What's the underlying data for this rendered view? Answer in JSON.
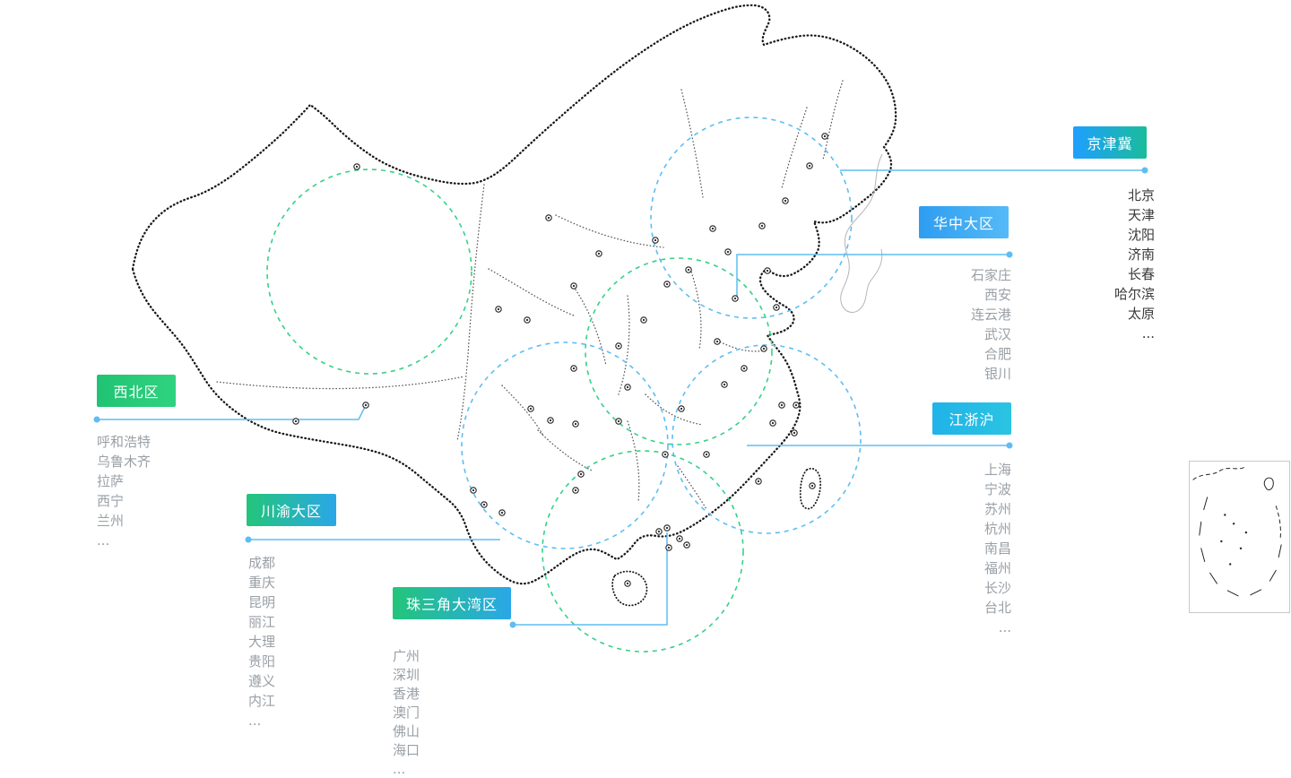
{
  "page": {
    "description": "China network coverage map with six regional clusters"
  },
  "colors": {
    "leader_line_blue": "#5ebdf2",
    "circle_blue": "#5ebdf2",
    "circle_green": "#35d188",
    "city_text_gray": "#9aa0a6",
    "city_text_dark": "#3a3a3a",
    "map_stroke": "#181818"
  },
  "regions": [
    {
      "id": "jingjinji",
      "label": "京津冀",
      "label_colors": [
        "#1e9fff",
        "#1abc9c"
      ],
      "circle_color": "#5ebdf2",
      "cities": [
        "北京",
        "天津",
        "沈阳",
        "济南",
        "长春",
        "哈尔滨",
        "太原",
        "..."
      ]
    },
    {
      "id": "huazhong",
      "label": "华中大区",
      "label_colors": [
        "#2e9df1",
        "#55baf6"
      ],
      "circle_color": "#35d188",
      "cities": [
        "石家庄",
        "西安",
        "连云港",
        "武汉",
        "合肥",
        "银川"
      ]
    },
    {
      "id": "xibei",
      "label": "西北区",
      "label_colors": [
        "#1fc373",
        "#2fd37f"
      ],
      "circle_color": "#35d188",
      "cities": [
        "呼和浩特",
        "乌鲁木齐",
        "拉萨",
        "西宁",
        "兰州",
        "..."
      ]
    },
    {
      "id": "jiangzhehu",
      "label": "江浙沪",
      "label_colors": [
        "#20b3e8",
        "#2bc4e2"
      ],
      "circle_color": "#5ebdf2",
      "cities": [
        "上海",
        "宁波",
        "苏州",
        "杭州",
        "南昌",
        "福州",
        "长沙",
        "台北",
        "..."
      ]
    },
    {
      "id": "chuanyu",
      "label": "川渝大区",
      "label_colors": [
        "#23c57a",
        "#2aa7e8"
      ],
      "circle_color": "#5ebdf2",
      "cities": [
        "成都",
        "重庆",
        "昆明",
        "丽江",
        "大理",
        "贵阳",
        "遵义",
        "内江",
        "..."
      ]
    },
    {
      "id": "zhusanjiao",
      "label": "珠三角大湾区",
      "label_colors": [
        "#23c57a",
        "#2aa7e8"
      ],
      "circle_color": "#35d188",
      "cities": [
        "广州",
        "深圳",
        "香港",
        "澳门",
        "佛山",
        "海口",
        "..."
      ]
    }
  ]
}
